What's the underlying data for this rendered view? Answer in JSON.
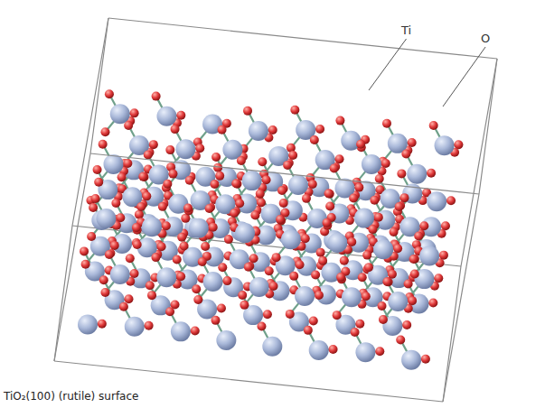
{
  "diagram": {
    "caption": "TiO₂(100) (rutile) surface",
    "labels": [
      "Ti",
      "O"
    ]
  }
}
